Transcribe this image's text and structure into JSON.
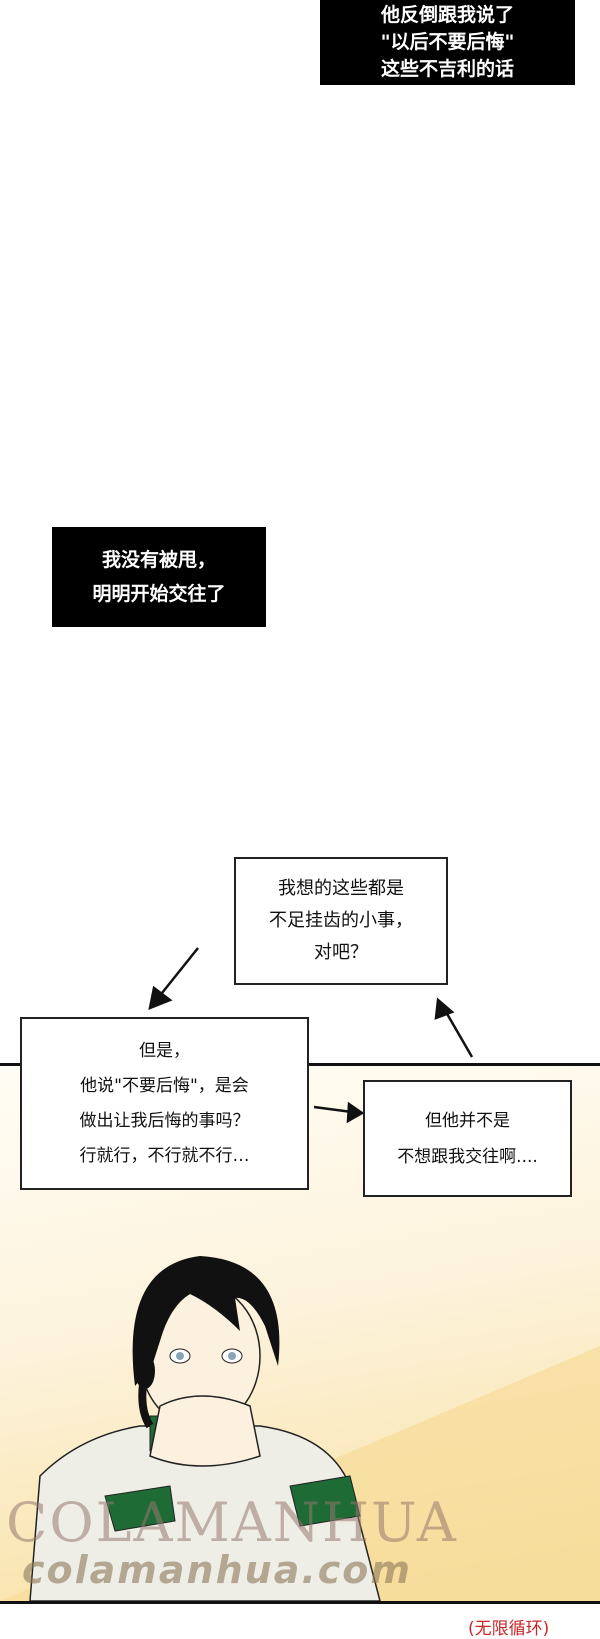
{
  "captions": [
    {
      "lines": [
        "他反倒跟我说了",
        "\"以后不要后悔\"",
        "这些不吉利的话"
      ]
    },
    {
      "lines": [
        "我没有被甩，",
        "明明开始交往了"
      ]
    }
  ],
  "thoughts": [
    {
      "lines": [
        "我想的这些都是",
        "不足挂齿的小事，",
        "对吧？"
      ]
    },
    {
      "lines": [
        "但是，",
        "他说\"不要后悔\"，是会",
        "做出让我后悔的事吗？",
        "行就行，不行就不行…"
      ]
    },
    {
      "lines": [
        "但他并不是",
        "不想跟我交往啊...."
      ]
    }
  ],
  "watermark": {
    "title": "COLAMANHUA",
    "url": "colamanhua.com"
  },
  "footer": "(无限循环)",
  "colors": {
    "panel_bg": "#f8df9e",
    "caption_bg": "#000000",
    "footer": "#c62828",
    "jacket_trim": "#1e6b35"
  }
}
